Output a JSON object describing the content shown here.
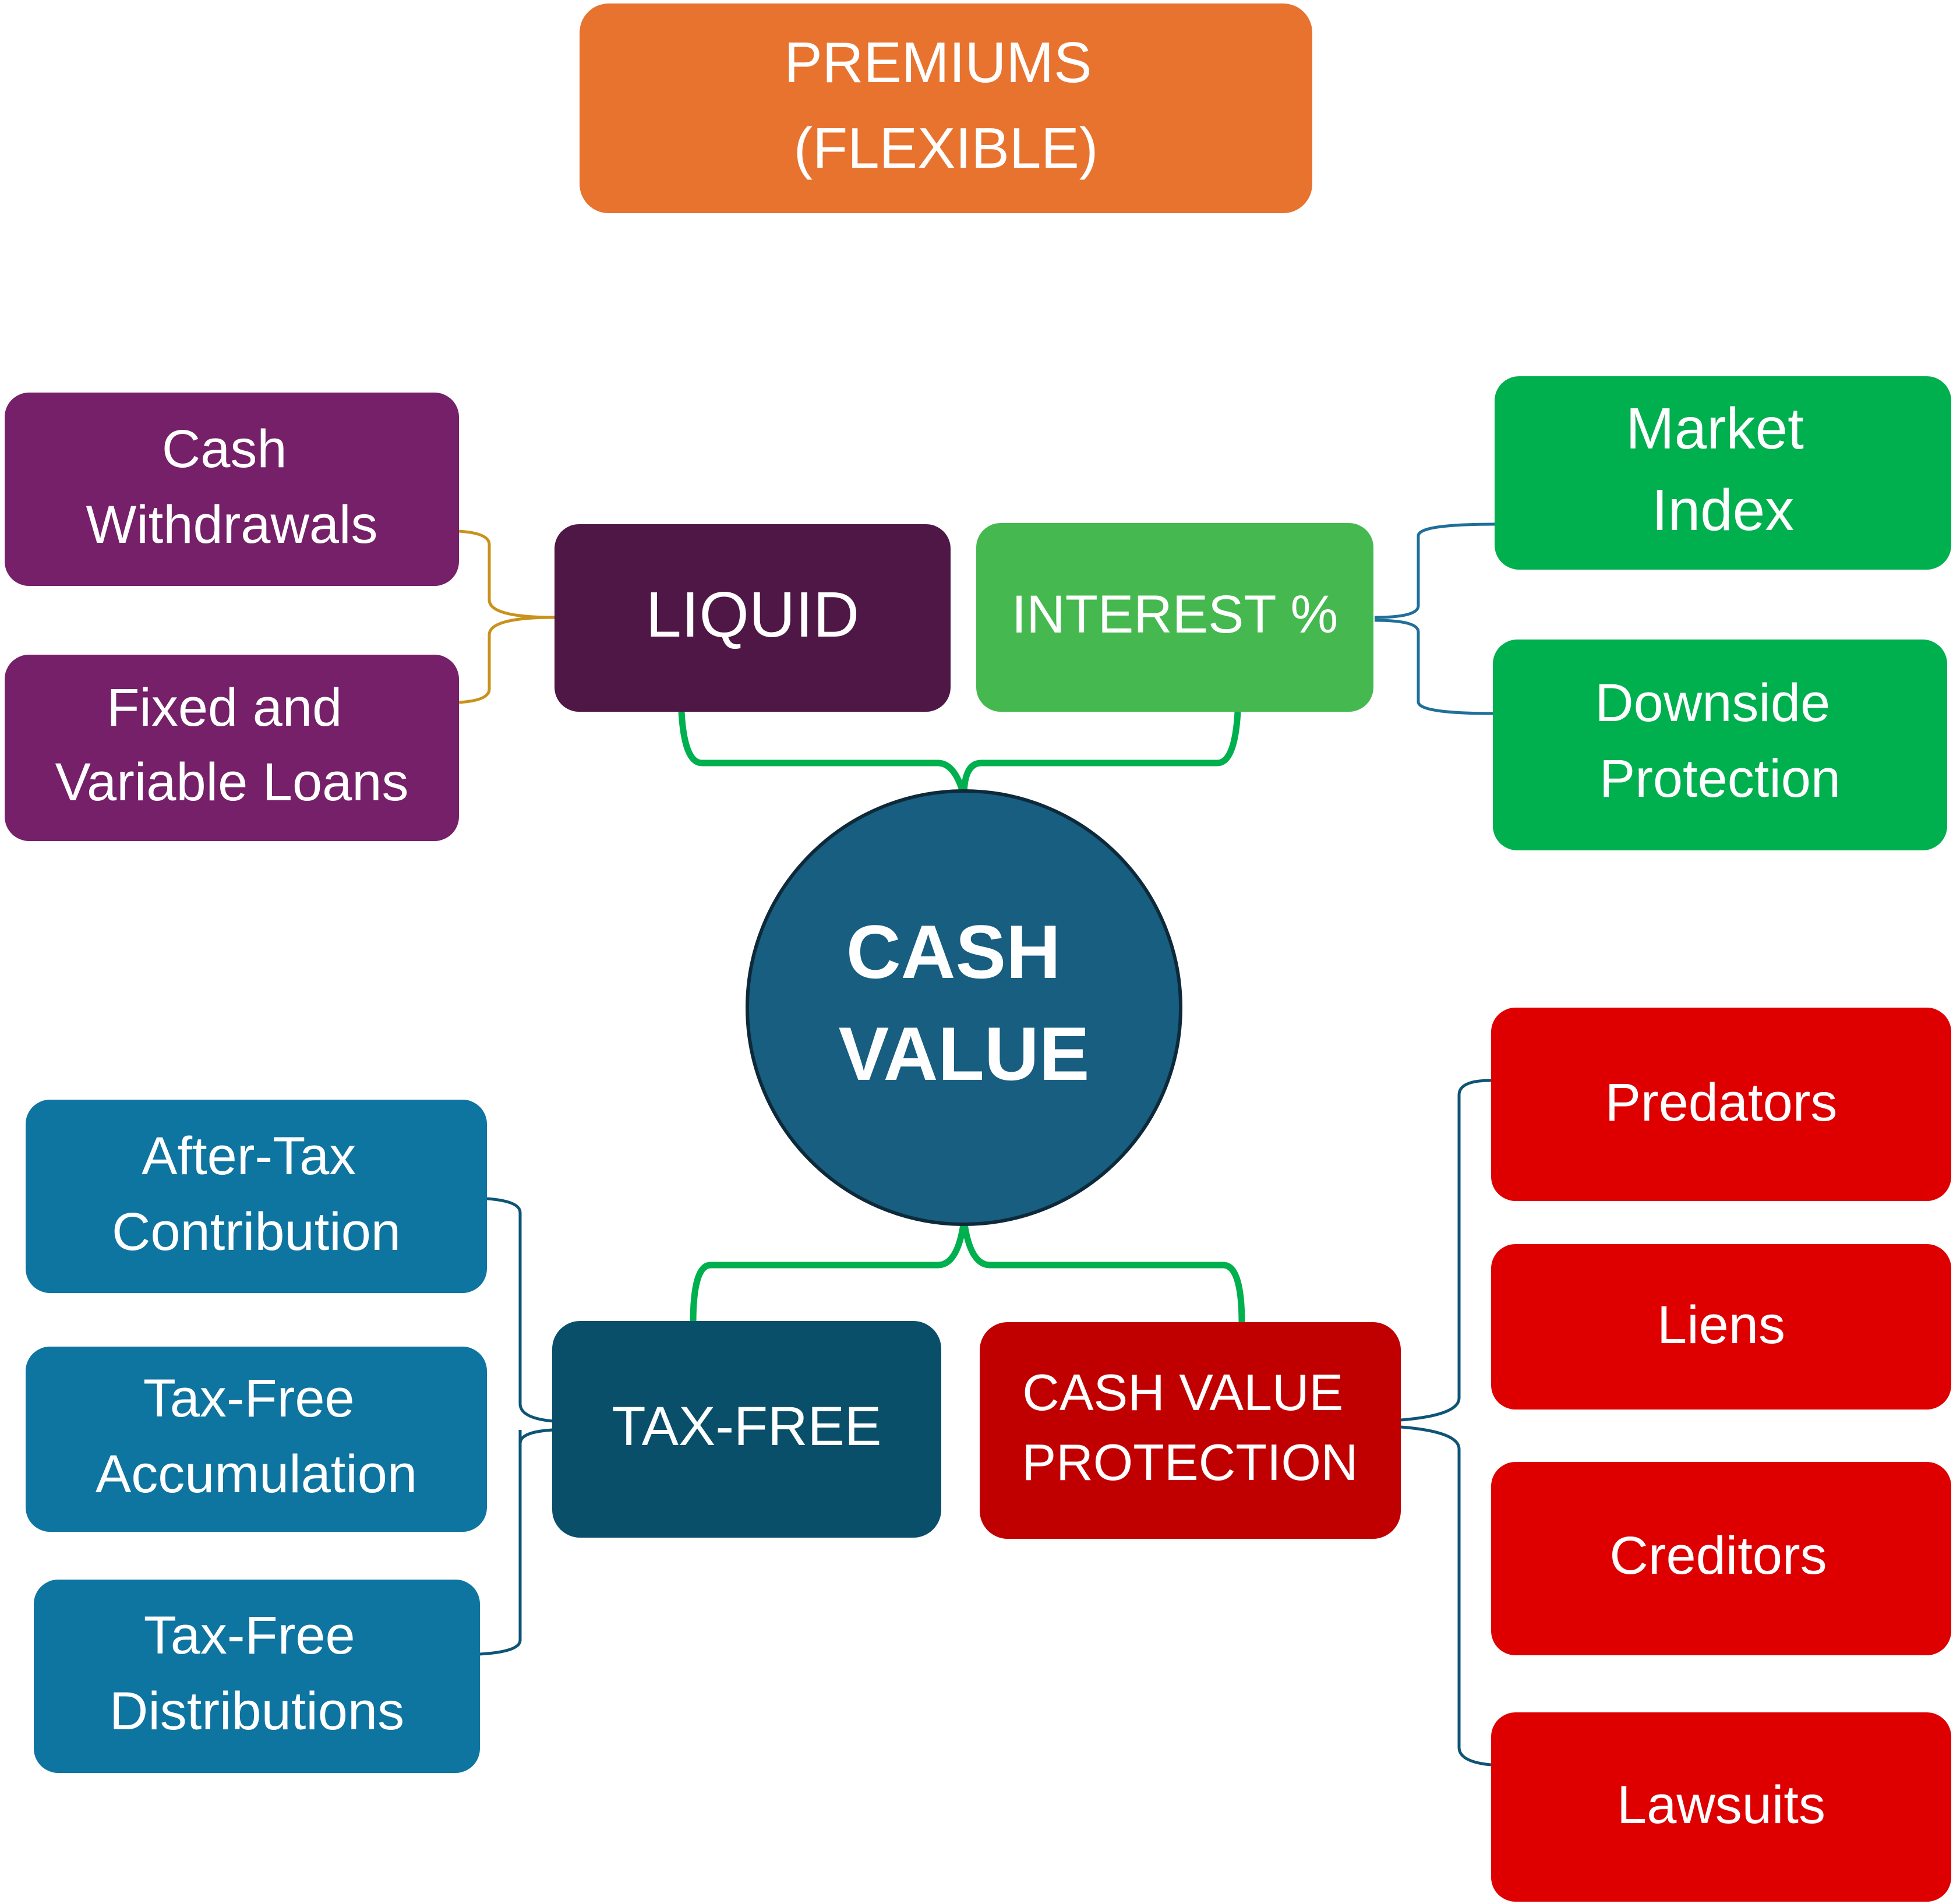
{
  "colors": {
    "premiums": "#E8732F",
    "liquid": "#4E1746",
    "liquid_child": "#752069",
    "liquid_line": "#C8921C",
    "interest": "#45B94F",
    "interest_child": "#00AF4E",
    "interest_line": "#1F6F99",
    "center": "#175E80",
    "center_stroke": "#0E2A3A",
    "center_line": "#00AF4E",
    "taxfree": "#0A4F6A",
    "taxfree_child": "#0E74A0",
    "taxfree_line": "#0E5476",
    "protection": "#C00000",
    "protection_child": "#DE0000",
    "protection_line": "#0E5476"
  },
  "nodes": {
    "premiums": {
      "lines": [
        "PREMIUMS",
        "(FLEXIBLE)"
      ]
    },
    "center": {
      "lines": [
        "CASH",
        "VALUE"
      ]
    },
    "liquid": {
      "lines": [
        "LIQUID"
      ]
    },
    "interest": {
      "lines": [
        "INTEREST %"
      ]
    },
    "taxfree": {
      "lines": [
        "TAX-FREE"
      ]
    },
    "protection": {
      "lines": [
        "CASH VALUE",
        "PROTECTION"
      ]
    },
    "cash_withdrawals": {
      "lines": [
        "Cash",
        "Withdrawals"
      ]
    },
    "loans": {
      "lines": [
        "Fixed and",
        "Variable Loans"
      ]
    },
    "market_index": {
      "lines": [
        "Market",
        "Index"
      ]
    },
    "downside": {
      "lines": [
        "Downside",
        "Protection"
      ]
    },
    "after_tax": {
      "lines": [
        "After-Tax",
        "Contribution"
      ]
    },
    "tf_accumulation": {
      "lines": [
        "Tax-Free",
        "Accumulation"
      ]
    },
    "tf_distributions": {
      "lines": [
        "Tax-Free",
        "Distributions"
      ]
    },
    "predators": {
      "lines": [
        "Predators"
      ]
    },
    "liens": {
      "lines": [
        "Liens"
      ]
    },
    "creditors": {
      "lines": [
        "Creditors"
      ]
    },
    "lawsuits": {
      "lines": [
        "Lawsuits"
      ]
    }
  }
}
